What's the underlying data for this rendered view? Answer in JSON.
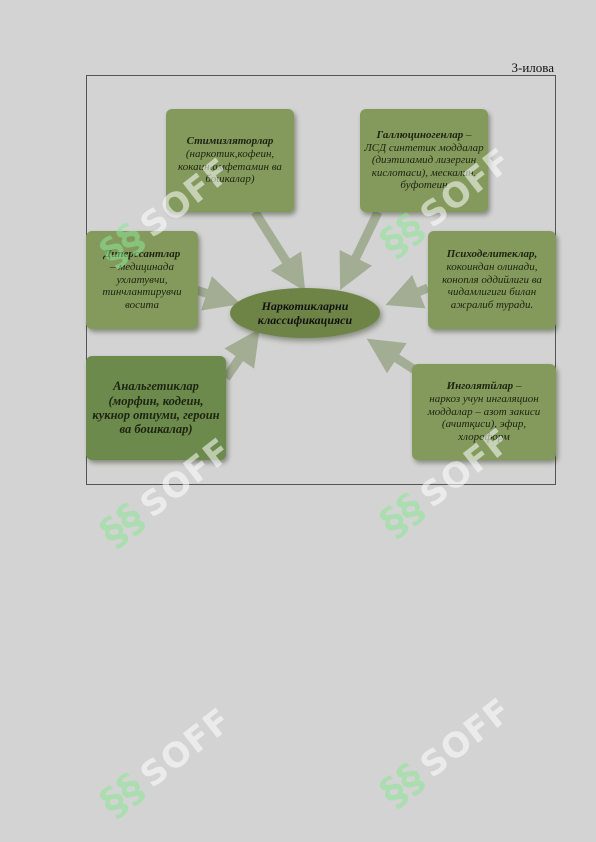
{
  "appendix_label": "3-илова",
  "center": {
    "line1": "Наркотикларни",
    "line2": "классификацияси"
  },
  "nodes": {
    "stimulants": {
      "title": "Стимизляторлар",
      "body": "(наркотик,кофеин, кокаин,амфетамин ва бошкалар)"
    },
    "hallucinogens": {
      "title": "Галлюциногенлар",
      "dash": " –",
      "body": "ЛСД синтетик моддалар (диэтиламид лизергин кислотаси), мескалин, буфотеин"
    },
    "depressants": {
      "title": "Диперссантлар",
      "body": "– медицинада ухлатувчи, тинчлантирувчи восита"
    },
    "psychedelics": {
      "title": "Психоделитеклар,",
      "body": "кокоиндан олинади, конопля оддийлиги ва чидамлигиги билан ажралиб туради."
    },
    "analgesics": {
      "title": "Анальгетиклар",
      "body": "(морфин, кодеин, кукнор отиуми, героин ва бошкалар)"
    },
    "inhalants": {
      "title": "Инголятйлар",
      "dash": " –",
      "body": "наркоз учун ингаляцион моддалар – азот закиси (ачитқиси), эфир, хлороформ"
    }
  },
  "watermark": {
    "symbol": "§§",
    "text": "SOFF"
  }
}
